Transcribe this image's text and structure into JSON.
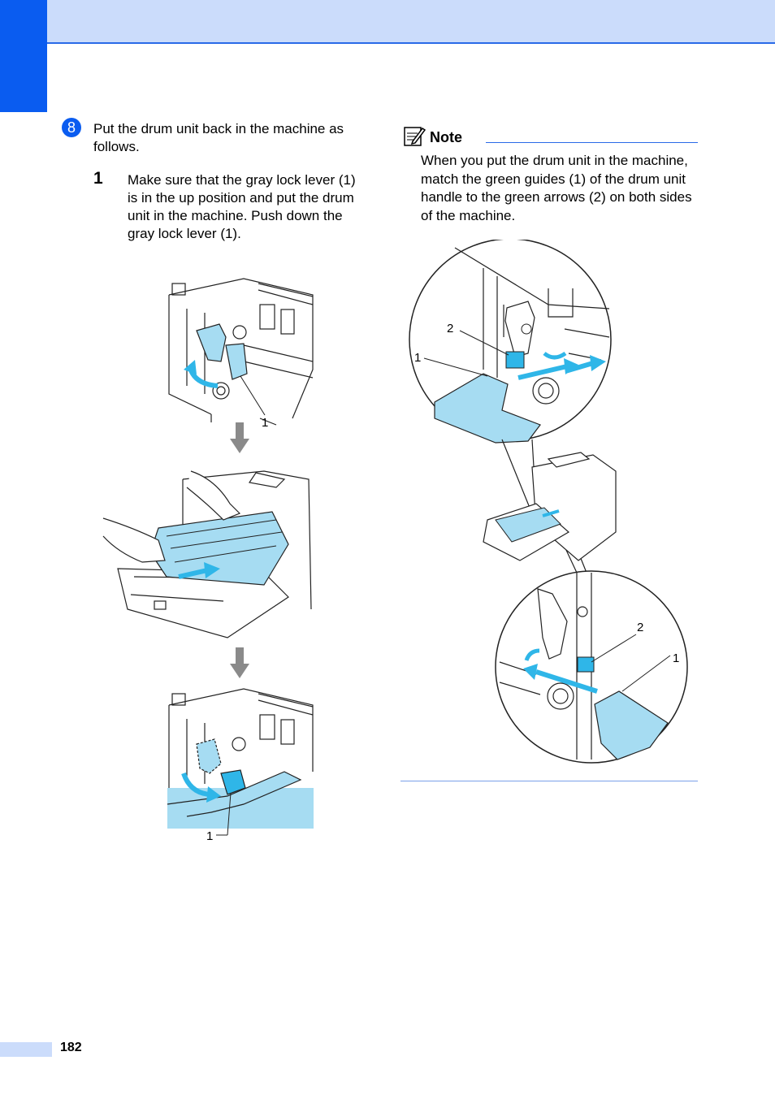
{
  "step": {
    "number": "8",
    "text": "Put the drum unit back in the machine as follows."
  },
  "substep": {
    "number": "1",
    "text": "Make sure that the gray lock lever (1) is in the up position and put the drum unit in the machine. Push down the gray lock lever (1)."
  },
  "note": {
    "title": "Note",
    "text": "When you put the drum unit in the machine, match the green guides (1) of the drum unit handle to the green arrows (2) on both sides of the machine."
  },
  "callouts": {
    "fig1_label": "1",
    "fig3_label": "1",
    "zoom_top_label_2": "2",
    "zoom_top_label_1": "1",
    "zoom_bottom_label_2": "2",
    "zoom_bottom_label_1": "1"
  },
  "page_number": "182",
  "colors": {
    "accent": "#0a5cf0",
    "header": "#cbdcfb",
    "cyan": "#2fb6e8",
    "light_cyan": "#a6dcf2",
    "gray_arrow": "#8a8a8a"
  }
}
